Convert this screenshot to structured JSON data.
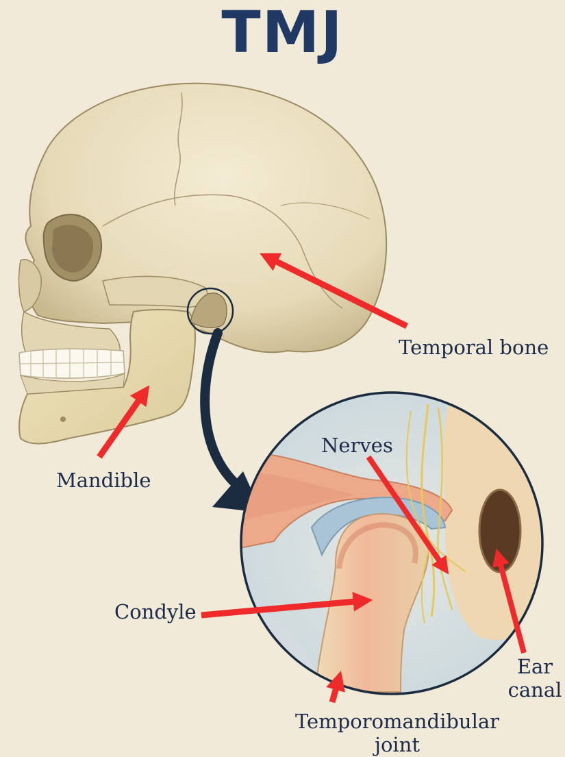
{
  "title": "TMJ",
  "labels": {
    "temporal_bone": "Temporal bone",
    "mandible": "Mandible",
    "nerves": "Nerves",
    "condyle": "Condyle",
    "ear_canal_line1": "Ear",
    "ear_canal_line2": "canal",
    "tmj_line1": "Temporomandibular",
    "tmj_line2": "joint"
  },
  "colors": {
    "title": "#1f3864",
    "label_text": "#1c2b4a",
    "arrow": "#ee2a2a",
    "connector_arrow": "#1b2c40",
    "bone": "#e7dcbd",
    "background": "#f1ead9"
  }
}
